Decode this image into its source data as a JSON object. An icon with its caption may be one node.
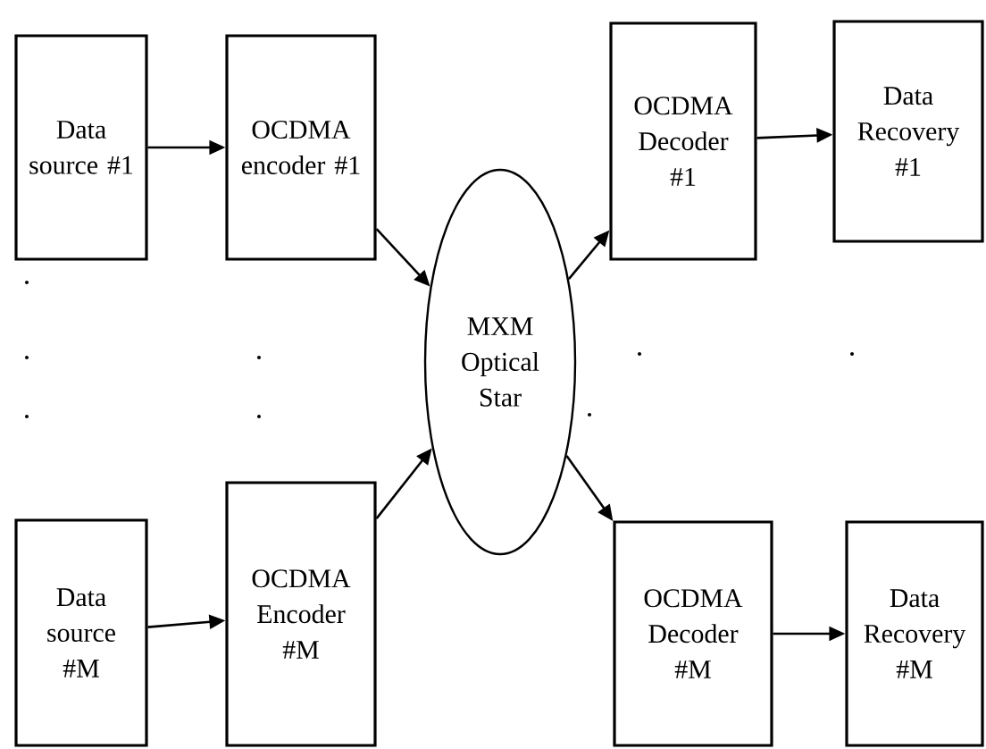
{
  "diagram": {
    "nodes": [
      {
        "text": [
          "Data source #1"
        ]
      },
      {
        "text": [
          "OCDMA encoder #1"
        ]
      },
      {
        "text": [
          "MXM Optical Star"
        ]
      },
      {
        "text": [
          "OCDMA Decoder #1"
        ]
      },
      {
        "text": [
          "Data Recovery #1"
        ]
      },
      {
        "text": [
          "Data source #M"
        ]
      },
      {
        "text": [
          "OCDMA Encoder #M"
        ]
      },
      {
        "text": [
          "OCDMA Decoder #M"
        ]
      },
      {
        "text": [
          "Data Recovery #M"
        ]
      }
    ],
    "edges": [
      {
        "from": 0,
        "to": 1,
        "arrow": "to"
      },
      {
        "from": 1,
        "to": 2,
        "arrow": "to"
      },
      {
        "from": 2,
        "to": 3,
        "arrow": "to"
      },
      {
        "from": 3,
        "to": 4,
        "arrow": "to"
      },
      {
        "from": 5,
        "to": 6,
        "arrow": "to"
      },
      {
        "from": 6,
        "to": 2,
        "arrow": "to"
      },
      {
        "from": 2,
        "to": 7,
        "arrow": "to"
      },
      {
        "from": 7,
        "to": 8,
        "arrow": "to"
      }
    ]
  }
}
